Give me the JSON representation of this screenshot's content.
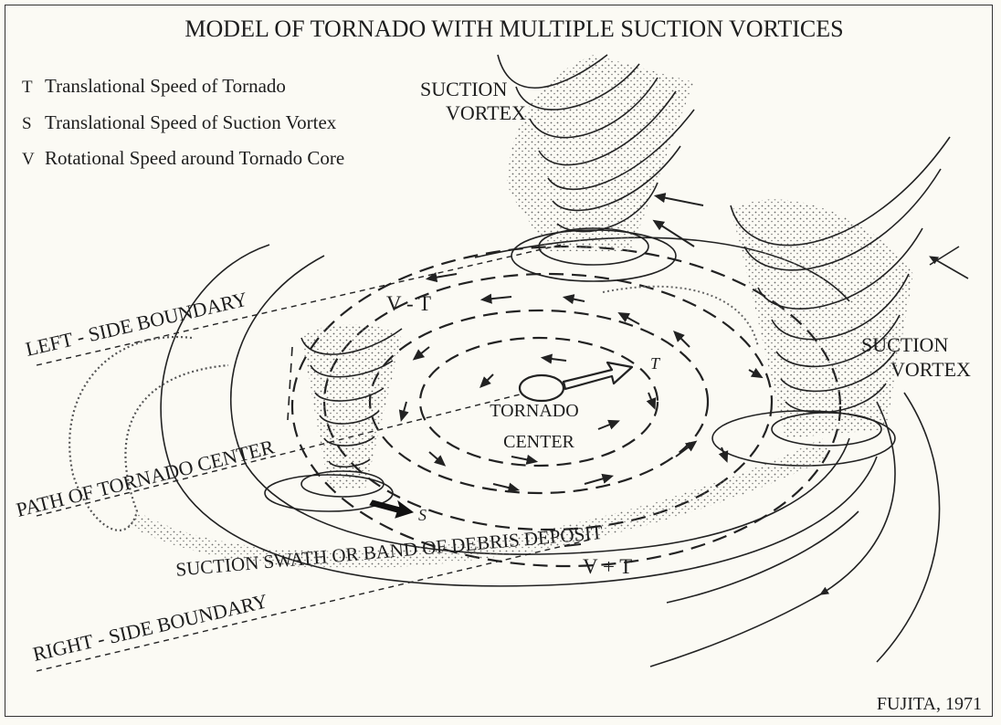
{
  "title": "MODEL OF TORNADO WITH MULTIPLE SUCTION VORTICES",
  "legend": [
    {
      "symbol": "T",
      "text": "Translational Speed of Tornado"
    },
    {
      "symbol": "S",
      "text": "Translational Speed of Suction Vortex"
    },
    {
      "symbol": "V",
      "text": "Rotational Speed around Tornado Core"
    }
  ],
  "labels": {
    "suction_vortex_top_line1": "SUCTION",
    "suction_vortex_top_line2": "VORTEX",
    "suction_vortex_right_line1": "SUCTION",
    "suction_vortex_right_line2": "VORTEX",
    "left_side_boundary": "LEFT - SIDE BOUNDARY",
    "right_side_boundary": "RIGHT - SIDE BOUNDARY",
    "path_of_tornado_center": "PATH OF TORNADO CENTER",
    "suction_swath": "SUCTION SWATH OR BAND OF DEBRIS DEPOSIT",
    "tornado_center_line1": "TORNADO",
    "tornado_center_line2": "CENTER",
    "v_minus_t": "V - T",
    "v_plus_t": "V + T",
    "s_marker": "S",
    "t_marker": "T"
  },
  "credit": "FUJITA, 1971"
}
